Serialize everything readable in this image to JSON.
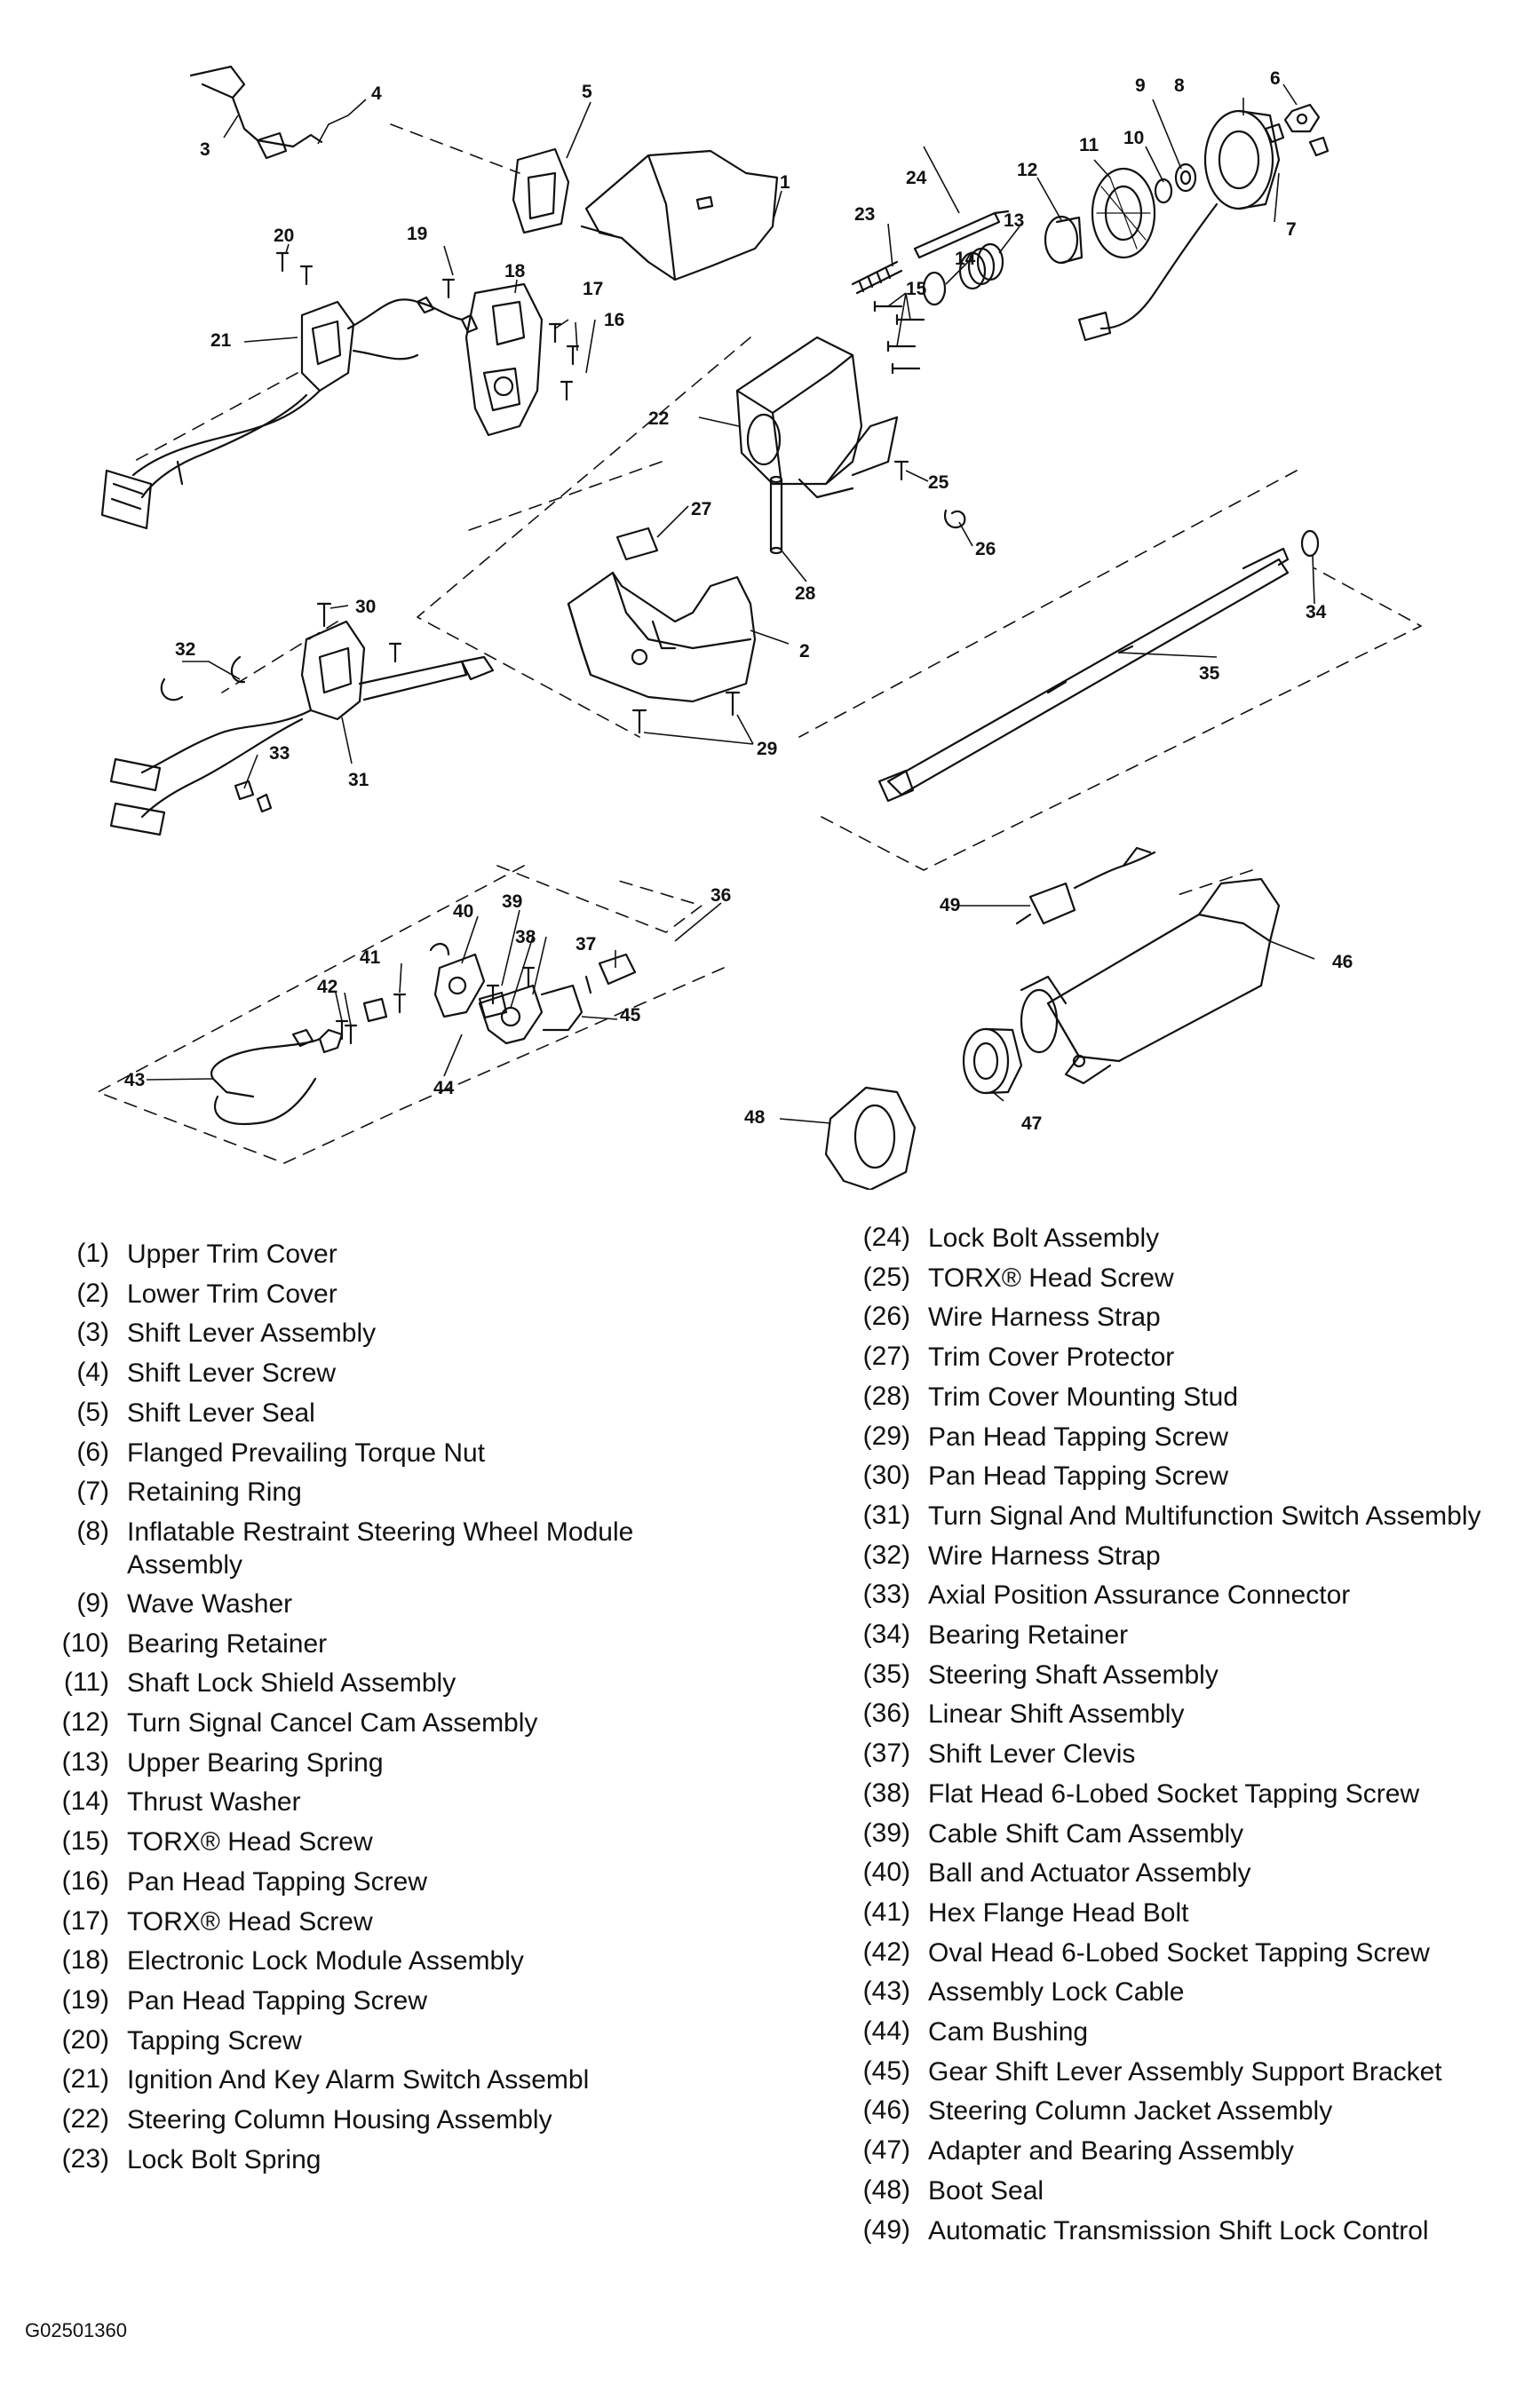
{
  "callouts": [
    "1",
    "2",
    "3",
    "4",
    "5",
    "6",
    "7",
    "8",
    "9",
    "10",
    "11",
    "12",
    "13",
    "14",
    "15",
    "16",
    "17",
    "18",
    "19",
    "20",
    "21",
    "22",
    "23",
    "24",
    "25",
    "26",
    "27",
    "28",
    "29",
    "30",
    "31",
    "32",
    "33",
    "34",
    "35",
    "36",
    "37",
    "38",
    "39",
    "40",
    "41",
    "42",
    "43",
    "44",
    "45",
    "46",
    "47",
    "48",
    "49"
  ],
  "legend_left": [
    {
      "num": "(1)",
      "label": "Upper Trim Cover"
    },
    {
      "num": "(2)",
      "label": "Lower Trim Cover"
    },
    {
      "num": "(3)",
      "label": "Shift Lever Assembly"
    },
    {
      "num": "(4)",
      "label": "Shift Lever Screw"
    },
    {
      "num": "(5)",
      "label": "Shift Lever Seal"
    },
    {
      "num": "(6)",
      "label": "Flanged Prevailing Torque Nut"
    },
    {
      "num": "(7)",
      "label": "Retaining Ring"
    },
    {
      "num": "(8)",
      "label": "Inflatable Restraint Steering Wheel Module Assembly"
    },
    {
      "num": "(9)",
      "label": "Wave Washer"
    },
    {
      "num": "(10)",
      "label": "Bearing Retainer"
    },
    {
      "num": "(11)",
      "label": "Shaft Lock Shield Assembly"
    },
    {
      "num": "(12)",
      "label": "Turn Signal Cancel Cam Assembly"
    },
    {
      "num": "(13)",
      "label": "Upper Bearing Spring"
    },
    {
      "num": "(14)",
      "label": "Thrust Washer"
    },
    {
      "num": "(15)",
      "label": "TORX® Head Screw"
    },
    {
      "num": "(16)",
      "label": "Pan Head Tapping Screw"
    },
    {
      "num": "(17)",
      "label": "TORX® Head Screw"
    },
    {
      "num": "(18)",
      "label": "Electronic Lock Module Assembly"
    },
    {
      "num": "(19)",
      "label": "Pan Head Tapping Screw"
    },
    {
      "num": "(20)",
      "label": "Tapping Screw"
    },
    {
      "num": "(21)",
      "label": "Ignition And Key Alarm Switch Assembl"
    },
    {
      "num": "(22)",
      "label": "Steering Column Housing Assembly"
    },
    {
      "num": "(23)",
      "label": "Lock Bolt Spring"
    }
  ],
  "legend_right": [
    {
      "num": "(24)",
      "label": "Lock Bolt Assembly"
    },
    {
      "num": "(25)",
      "label": "TORX® Head Screw"
    },
    {
      "num": "(26)",
      "label": "Wire Harness Strap"
    },
    {
      "num": "(27)",
      "label": "Trim Cover Protector"
    },
    {
      "num": "(28)",
      "label": "Trim Cover Mounting Stud"
    },
    {
      "num": "(29)",
      "label": "Pan Head Tapping Screw"
    },
    {
      "num": "(30)",
      "label": "Pan Head Tapping Screw"
    },
    {
      "num": "(31)",
      "label": "Turn Signal And Multifunction Switch Assembly"
    },
    {
      "num": "(32)",
      "label": "Wire Harness Strap"
    },
    {
      "num": "(33)",
      "label": "Axial Position Assurance Connector"
    },
    {
      "num": "(34)",
      "label": "Bearing Retainer"
    },
    {
      "num": "(35)",
      "label": "Steering Shaft Assembly"
    },
    {
      "num": "(36)",
      "label": "Linear Shift Assembly"
    },
    {
      "num": "(37)",
      "label": "Shift Lever Clevis"
    },
    {
      "num": "(38)",
      "label": "Flat Head 6-Lobed Socket Tapping Screw"
    },
    {
      "num": "(39)",
      "label": "Cable Shift Cam Assembly"
    },
    {
      "num": "(40)",
      "label": "Ball and Actuator Assembly"
    },
    {
      "num": "(41)",
      "label": "Hex Flange Head Bolt"
    },
    {
      "num": "(42)",
      "label": "Oval Head 6-Lobed Socket Tapping Screw"
    },
    {
      "num": "(43)",
      "label": "Assembly Lock Cable"
    },
    {
      "num": "(44)",
      "label": "Cam Bushing"
    },
    {
      "num": "(45)",
      "label": "Gear Shift Lever Assembly Support Bracket"
    },
    {
      "num": "(46)",
      "label": "Steering Column Jacket Assembly"
    },
    {
      "num": "(47)",
      "label": "Adapter and Bearing Assembly"
    },
    {
      "num": "(48)",
      "label": "Boot Seal"
    },
    {
      "num": "(49)",
      "label": "Automatic Transmission Shift Lock Control"
    }
  ],
  "figure_code": "G02501360"
}
